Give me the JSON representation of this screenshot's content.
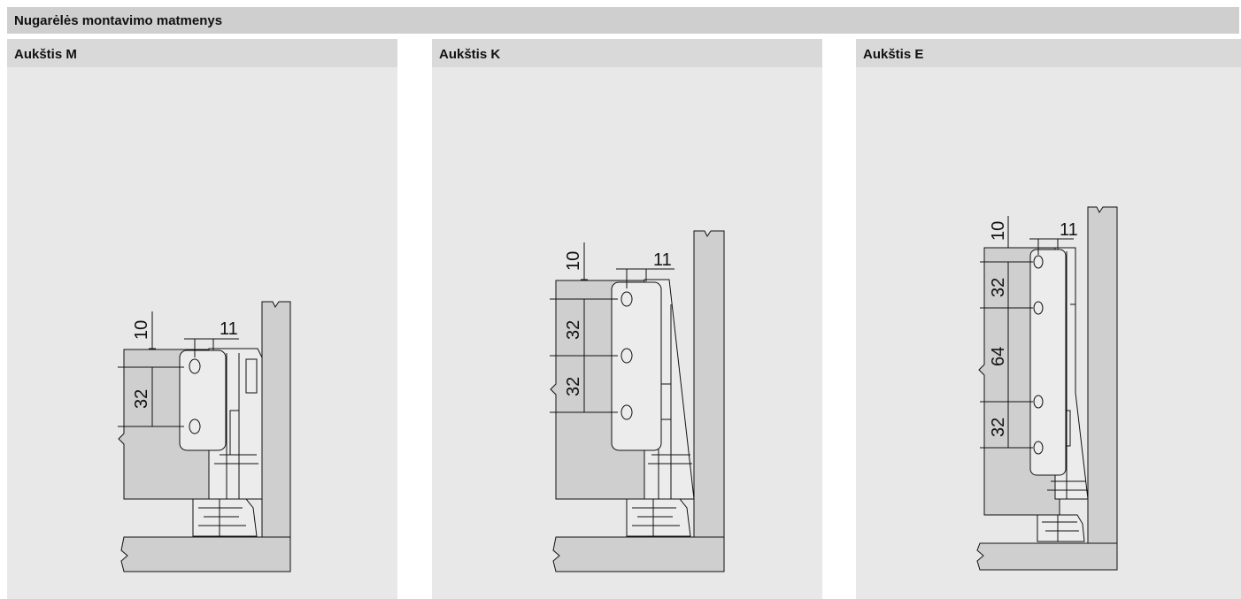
{
  "title": "Nugarėlės montavimo matmenys",
  "panels": [
    {
      "heading": "Aukštis M",
      "dims": {
        "top": "10",
        "side": "11",
        "spacings": [
          "32"
        ]
      }
    },
    {
      "heading": "Aukštis K",
      "dims": {
        "top": "10",
        "side": "11",
        "spacings": [
          "32",
          "32"
        ]
      }
    },
    {
      "heading": "Aukštis E",
      "dims": {
        "top": "10",
        "side": "11",
        "spacings": [
          "32",
          "64",
          "32"
        ]
      }
    }
  ]
}
